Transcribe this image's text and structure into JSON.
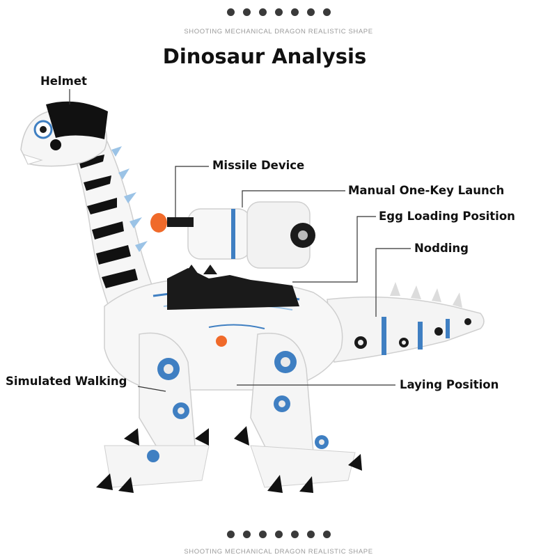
{
  "header": {
    "subtitle": "SHOOTING MECHANICAL DRAGON REALISTIC SHAPE",
    "title": "Dinosaur Analysis"
  },
  "labels": {
    "helmet": "Helmet",
    "missile_device": "Missile Device",
    "manual_launch": "Manual One-Key Launch",
    "egg_loading": "Egg Loading Position",
    "nodding": "Nodding",
    "simulated_walking": "Simulated Walking",
    "laying_position": "Laying Position"
  },
  "footer": {
    "subtitle": "SHOOTING MECHANICAL DRAGON REALISTIC SHAPE"
  },
  "colors": {
    "accent_blue": "#3f7fc2",
    "dart_orange": "#f06a2a",
    "body_white": "#f7f7f7",
    "stripe_black": "#111111"
  }
}
